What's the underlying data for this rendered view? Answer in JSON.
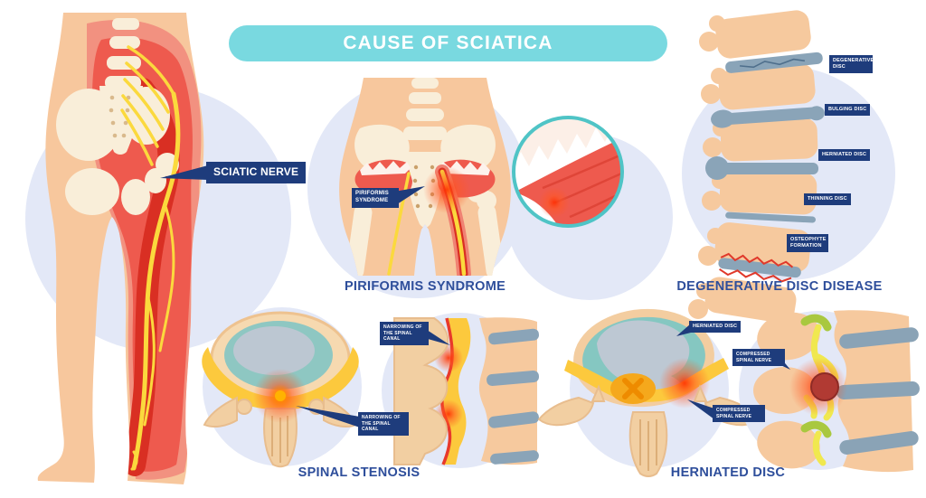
{
  "title": "CAUSE OF SCIATICA",
  "palette": {
    "banner_teal": "#79d9e0",
    "label_navy": "#1e3c7c",
    "caption_blue": "#2e4e9b",
    "skin": "#f7c79d",
    "muscle_red": "#ee5a4e",
    "deep_red": "#d92f23",
    "nerve_yellow": "#fbd93d",
    "bone_cream": "#f9eed9",
    "circle_lavender": "#e3e8f7",
    "disc_gray": "#8aa4b8",
    "zoom_ring_teal": "#4fc4c6",
    "disc_teal": "#85c7c1",
    "nucleus_gray": "#bdc8d3",
    "vertebra_tan": "#f6c99e",
    "canal_yellow": "#fcc93d",
    "nerve_green": "#a9c83f",
    "glow_red": "#ff3d00"
  },
  "panels": {
    "sciatic_nerve": {
      "callout": "SCIATIC NERVE"
    },
    "piriformis_syndrome": {
      "callout": "PIRIFORMIS SYNDROME",
      "caption": "PIRIFORMIS SYNDROME"
    },
    "degenerative_disc_disease": {
      "caption": "DEGENERATIVE DISC DISEASE",
      "labels": {
        "degenerative": "DEGENERATIVE DISC",
        "bulging": "BULGING DISC",
        "herniated": "HERNIATED DISC",
        "thinning": "THINNING DISC",
        "osteophyte": "OSTEOPHYTE FORMATION"
      }
    },
    "spinal_stenosis": {
      "caption": "SPINAL STENOSIS",
      "labels": {
        "sagittal": "NARROWING OF THE SPINAL CANAL",
        "axial": "NARROWING OF THE SPINAL CANAL"
      }
    },
    "herniated_disc": {
      "caption": "HERNIATED DISC",
      "labels": {
        "herniated": "HERNIATED DISC",
        "compressed_side": "COMPRESSED SPINAL NERVE",
        "compressed_axial": "COMPRESSED SPINAL NERVE"
      }
    }
  }
}
